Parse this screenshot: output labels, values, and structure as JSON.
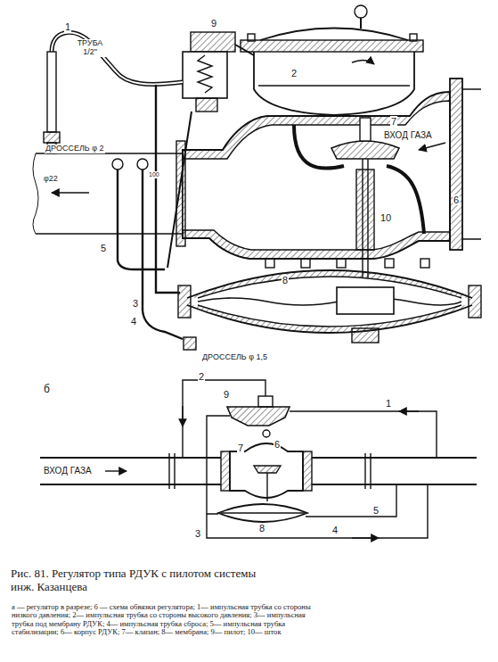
{
  "diagram": {
    "caption": "Рис. 81. Регулятор типа РДУК с пилотом системы инж. Казанцева",
    "labels": [
      "1",
      "ТРУБА 1/2\"",
      "φ22",
      "9",
      "2",
      "7",
      "ВХОД ГАЗА",
      "6",
      "ДРОССЕЛЬ φ 2",
      "100",
      "5",
      "10",
      "3",
      "8",
      "4",
      "ДРОССЕЛЬ φ 1,5",
      "б",
      "2",
      "9",
      "1",
      "ВХОД ГАЗА",
      "7",
      "6",
      "8",
      "5",
      "3",
      "4",
      "а — регулятор в разрезе; б — схема обвязки регулятора; 1— импульсная трубка со стороны низкого давления; 2— импульсная трубка со стороны высокого давления; 3— импульсная трубка под мембрану РДУК; 4— импульсная трубка сброса; 5— импульсная трубка стабилизации; 6— корпус РДУК; 7— клапан; 8— мембрана; 9— пилот; 10— шток"
    ]
  }
}
